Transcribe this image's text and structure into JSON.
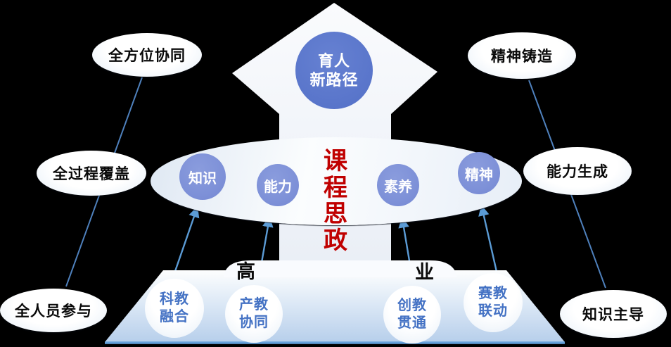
{
  "diagram": {
    "top_circle": {
      "line1": "育人",
      "line2": "新路径"
    },
    "center_title_chars": [
      "课",
      "程",
      "思",
      "政"
    ],
    "ring_nodes": [
      "知识",
      "能力",
      "素养",
      "精神"
    ],
    "left_nodes": [
      "全方位协同",
      "全过程覆盖",
      "全人员参与"
    ],
    "right_nodes": [
      "精神铸造",
      "能力生成",
      "知识主导"
    ],
    "base_circles": [
      {
        "line1": "科教",
        "line2": "融合"
      },
      {
        "line1": "产教",
        "line2": "协同"
      },
      {
        "line1": "创教",
        "line2": "贯通"
      },
      {
        "line1": "赛教",
        "line2": "联动"
      }
    ],
    "background_partial_text": [
      "高",
      "业"
    ],
    "colors": {
      "background": "#000000",
      "top_circle_blue": "#5a76cb",
      "ring_circle_blue": "#7e91d8",
      "base_label_blue": "#4472c4",
      "connector_blue": "#5b9bd5",
      "outer_line_blue": "#4f81bd",
      "title_red": "#c00000",
      "platform_edge_blue": "#64a0da"
    }
  }
}
